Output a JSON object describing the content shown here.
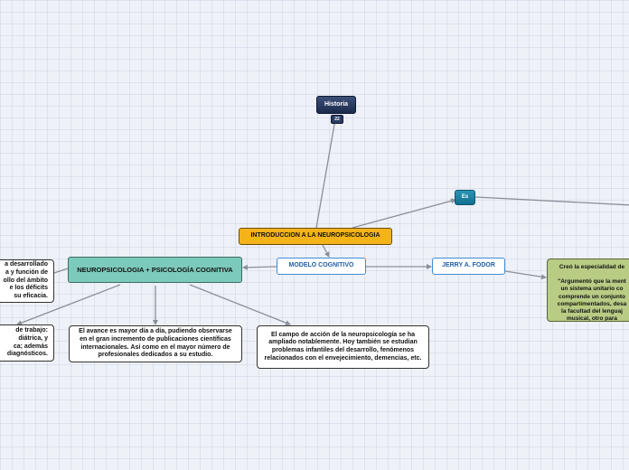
{
  "map": {
    "historia": {
      "label": "Historia",
      "badge": "22"
    },
    "es": {
      "label": "Es"
    },
    "intro": {
      "label": "INTRODUCCION A LA NEUROPSICOLOGIA"
    },
    "neuro": {
      "label": "NEUROPSICOLOGIA + PSICOLOGÍA COGNITIVA"
    },
    "modelo": {
      "label": "MODELO COGNITIVO"
    },
    "jerry": {
      "label": "JERRY A. FODOR"
    },
    "fodor_note": {
      "text": "Creó la especialidad de\n\n\"Argumentó que la ment\nun sistema unitario co\ncomprende un conjunto\ncompartimentados, desa\nla facultad del lenguaj\nmusical, otro para"
    },
    "left_top": {
      "lines": [
        "a desarrollado",
        "a y función de",
        "ollo del ámbito",
        "e los déficits",
        "su eficacia."
      ]
    },
    "left_bottom": {
      "lines": [
        "de trabajo:",
        "diátrica, y",
        "ca; además",
        "diagnósticos."
      ]
    },
    "avance": {
      "text": "El avance es mayor día a día, pudiendo observarse en el gran incremento de publicaciones científicas internacionales. Así como en el mayor número de profesionales dedicados a su estudio."
    },
    "campo": {
      "text": "El campo de acción de la neuropsicología se ha ampliado notablemente. Hoy también se estudian problemas infantiles del desarrollo, fenómenos relacionados con el envejecimiento, demencias, etc."
    }
  },
  "colors": {
    "intro": "#f3b319",
    "neuro": "#7ccabb",
    "historia": "#2c3d64",
    "es": "#1f86a8",
    "fodor_note": "#b8cc84",
    "link_border": "#3b8fd6",
    "connector": "#8a8f98"
  }
}
